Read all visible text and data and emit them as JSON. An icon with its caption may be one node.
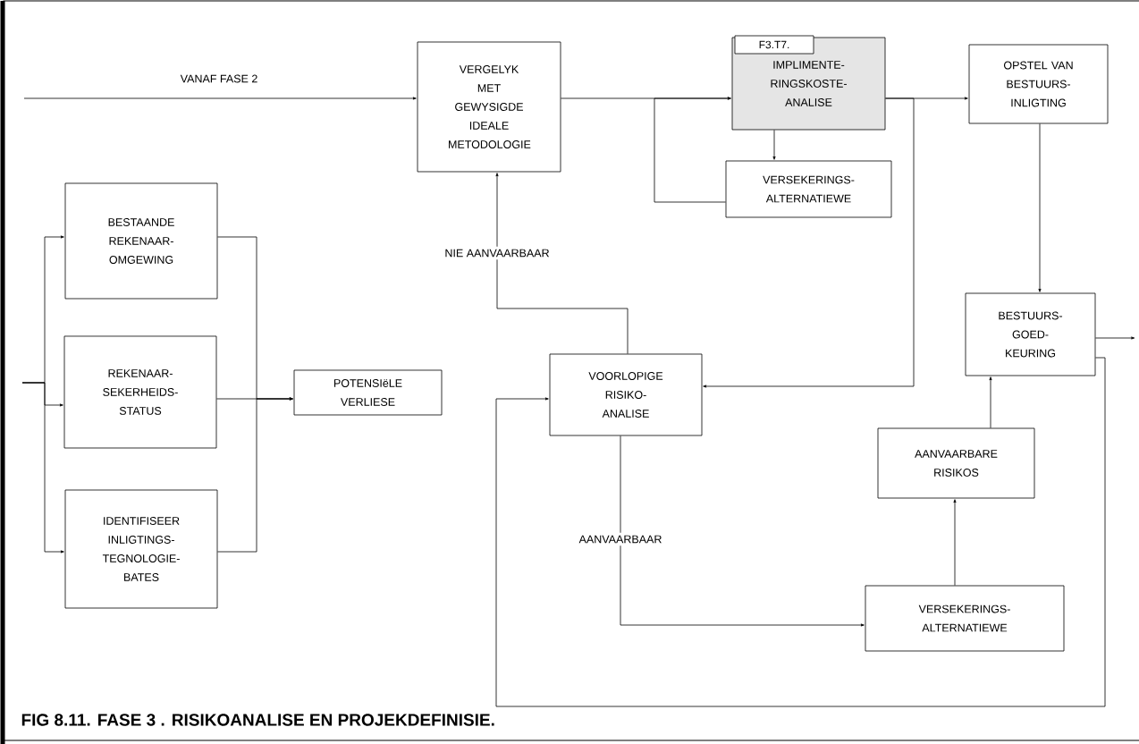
{
  "diagram": {
    "caption": "FIG 8.11. FASE 3 . RISIKOANALISE EN PROJEKDEFINISIE.",
    "nodes": [
      {
        "text": [
          "VERGELYK MET GEWYSIGDE IDEALE METODOLOGIE"
        ]
      },
      {
        "text": [
          "IMPLIMENTE- RINGSKOSTE- ANALISE"
        ]
      },
      {
        "text": [
          "F3.T7."
        ],
        "in": 1
      },
      {
        "text": [
          "VERSEKERINGS- ALTERNATIEWE"
        ]
      },
      {
        "text": [
          "OPSTEL VAN BESTUURS- INLIGTING"
        ]
      },
      {
        "text": [
          "BESTAANDE REKENAAR- OMGEWING"
        ]
      },
      {
        "text": [
          "REKENAAR- SEKERHEIDS- STATUS"
        ]
      },
      {
        "text": [
          "IDENTIFISEER INLIGTINGS- TEGNOLOGIE- BATES"
        ]
      },
      {
        "text": [
          "POTENSIëLE VERLIESE"
        ]
      },
      {
        "text": [
          "VOORLOPIGE RISIKO- ANALISE"
        ]
      },
      {
        "text": [
          "BESTUURS- GOED- KEURING"
        ]
      },
      {
        "text": [
          "AANVAARBARE RISIKOS"
        ]
      },
      {
        "text": [
          "VERSEKERINGS- ALTERNATIEWE"
        ]
      }
    ],
    "edges": [
      {
        "from": null,
        "to": 0,
        "arrow": "to",
        "label": "VANAF FASE 2"
      },
      {
        "from": 0,
        "to": 1,
        "arrow": "to"
      },
      {
        "from": 1,
        "to": 3,
        "arrow": "to"
      },
      {
        "from": 3,
        "to": 1,
        "arrow": "to"
      },
      {
        "from": 1,
        "to": 4,
        "arrow": "to"
      },
      {
        "from": 1,
        "to": 9,
        "arrow": "to"
      },
      {
        "from": 4,
        "to": 10,
        "arrow": "to"
      },
      {
        "from": 10,
        "to": null,
        "arrow": "to"
      },
      {
        "from": 10,
        "to": 9,
        "arrow": "to"
      },
      {
        "from": 11,
        "to": 10,
        "arrow": "to"
      },
      {
        "from": 12,
        "to": 11,
        "arrow": "to"
      },
      {
        "from": 9,
        "to": 12,
        "arrow": "to",
        "label": "AANVAARBAAR"
      },
      {
        "from": 9,
        "to": 0,
        "arrow": "to",
        "label": "NIE AANVAARBAAR"
      },
      {
        "from": null,
        "to": 5,
        "arrow": "to"
      },
      {
        "from": null,
        "to": 6,
        "arrow": "to"
      },
      {
        "from": null,
        "to": 7,
        "arrow": "to"
      },
      {
        "from": 5,
        "to": 8,
        "arrow": "to"
      },
      {
        "from": 6,
        "to": 8,
        "arrow": "to"
      },
      {
        "from": 7,
        "to": 8,
        "arrow": "to"
      }
    ]
  }
}
